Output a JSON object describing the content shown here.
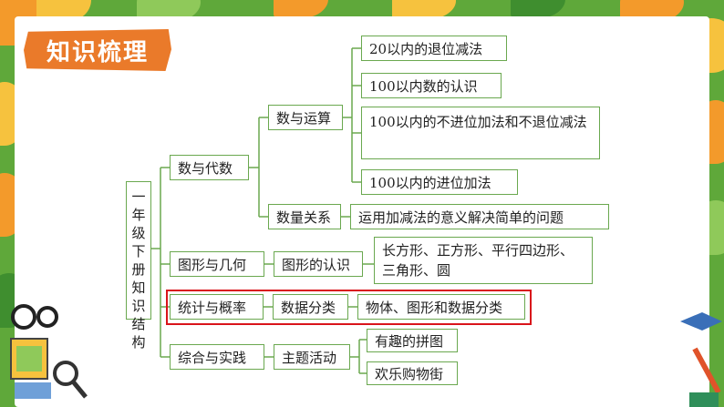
{
  "title": "知识梳理",
  "root": "一年级下册知识结构",
  "branches": [
    {
      "label": "数与代数",
      "children": [
        {
          "label": "数与运算",
          "leaves": [
            "20以内的退位减法",
            "100以内数的认识",
            "100以内的不进位加法和不退位减法",
            "100以内的进位加法"
          ]
        },
        {
          "label": "数量关系",
          "leaves": [
            "运用加减法的意义解决简单的问题"
          ]
        }
      ]
    },
    {
      "label": "图形与几何",
      "children": [
        {
          "label": "图形的认识",
          "leaves": [
            "长方形、正方形、平行四边形、三角形、圆"
          ]
        }
      ]
    },
    {
      "label": "统计与概率",
      "children": [
        {
          "label": "数据分类",
          "leaves": [
            "物体、图形和数据分类"
          ]
        }
      ]
    },
    {
      "label": "综合与实践",
      "children": [
        {
          "label": "主题活动",
          "leaves": [
            "有趣的拼图",
            "欢乐购物街"
          ]
        }
      ]
    }
  ],
  "colors": {
    "border": "#6aa84f",
    "highlight": "#d9141b",
    "title_bg": "#ea7a2a",
    "frame_bg": "#5fa83a"
  }
}
